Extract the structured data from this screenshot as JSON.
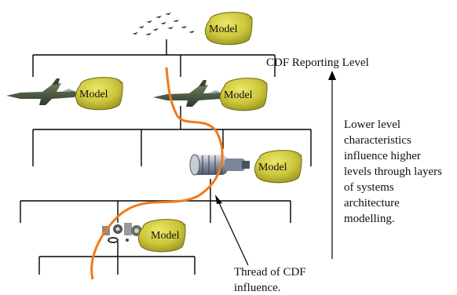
{
  "labels": {
    "cdf_reporting_level": "CDF Reporting Level",
    "side_note_lines": [
      "Lower level",
      "characteristics",
      "influence higher",
      "levels through layers",
      "of systems",
      "architecture",
      "modelling."
    ],
    "thread_label_lines": [
      "Thread of CDF",
      "influence."
    ]
  },
  "models": [
    {
      "text": "Model",
      "level": "squadron"
    },
    {
      "text": "Model",
      "level": "aircraft-left"
    },
    {
      "text": "Model",
      "level": "aircraft-right"
    },
    {
      "text": "Model",
      "level": "engine"
    },
    {
      "text": "Model",
      "level": "components"
    }
  ],
  "colors": {
    "model_fill": "#c9c63a",
    "model_stroke": "#6f6a14",
    "thread": "#f07a1a",
    "tree_lines": "#000000"
  },
  "icons": [
    "aircraft-formation-icon",
    "jet-aircraft-icon",
    "jet-aircraft-icon",
    "jet-engine-icon",
    "mechanical-parts-icon"
  ]
}
